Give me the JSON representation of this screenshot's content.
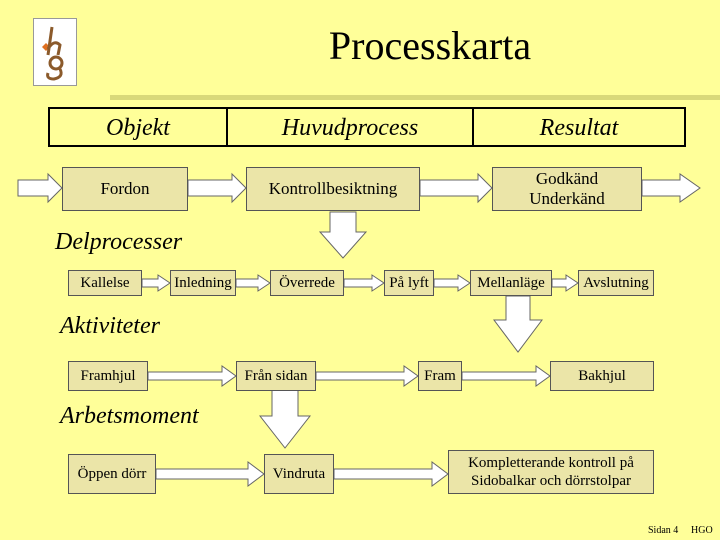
{
  "logo_text": "hgo",
  "title": "Processkarta",
  "header": {
    "objekt": "Objekt",
    "huvudprocess": "Huvudprocess",
    "resultat": "Resultat"
  },
  "main_row": {
    "input": "Fordon",
    "process": "Kontrollbesiktning",
    "result_line1": "Godkänd",
    "result_line2": "Underkänd"
  },
  "delprocesser": {
    "label": "Delprocesser",
    "items": [
      "Kallelse",
      "Inledning",
      "Överrede",
      "På lyft",
      "Mellanläge",
      "Avslutning"
    ]
  },
  "aktiviteter": {
    "label": "Aktiviteter",
    "items": [
      "Framhjul",
      "Från sidan",
      "Fram",
      "Bakhjul"
    ]
  },
  "arbetsmoment": {
    "label": "Arbetsmoment",
    "items": [
      "Öppen dörr",
      "Vindruta"
    ],
    "final_line1": "Kompletterande kontroll på",
    "final_line2": "Sidobalkar och dörrstolpar"
  },
  "footer": {
    "page": "Sidan 4",
    "author": "HGO"
  },
  "colors": {
    "background": "#FFFF99",
    "box_fill": "#EBE5A8",
    "arrow_fill": "#FFFFFF"
  }
}
